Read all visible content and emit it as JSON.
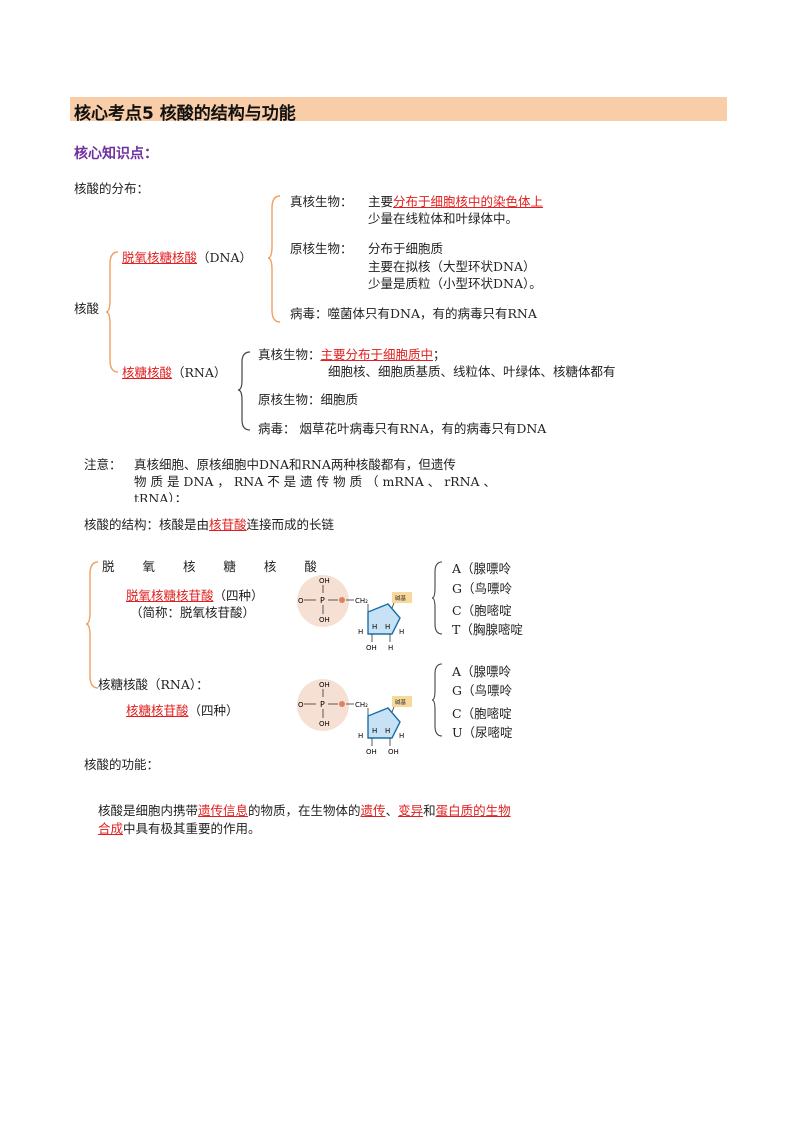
{
  "header": {
    "title": "核心考点5 核酸的结构与功能",
    "subtitle": "核心知识点："
  },
  "distribution": {
    "heading": "核酸的分布：",
    "root": "核酸",
    "dna": {
      "name": "脱氧核糖核酸",
      "abbr": "（DNA）",
      "eukaryote_label": "真核生物：",
      "eukaryote_prefix": "主要",
      "eukaryote_highlight": "分布于细胞核中的染色体上",
      "eukaryote_line2": "少量在线粒体和叶绿体中。",
      "prokaryote_label": "原核生物：",
      "prokaryote_line1": "分布于细胞质",
      "prokaryote_line2": "主要在拟核（大型环状DNA）",
      "prokaryote_line3": "少量是质粒（小型环状DNA）。",
      "virus": "病毒：噬菌体只有DNA，有的病毒只有RNA"
    },
    "rna": {
      "name": "核糖核酸",
      "abbr": "（RNA）",
      "eukaryote_label": "真核生物：",
      "eukaryote_highlight": "主要分布于细胞质中",
      "eukaryote_suffix": "；",
      "eukaryote_line2": "细胞核、细胞质基质、线粒体、叶绿体、核糖体都有",
      "prokaryote": "原核生物：细胞质",
      "virus": "病毒：  烟草花叶病毒只有RNA，有的病毒只有DNA"
    }
  },
  "note": {
    "label": "注意：",
    "line1": "真核细胞、原核细胞中DNA和RNA两种核酸都有，但遗传",
    "line2": "物 质 是 DNA ， RNA 不 是 遗 传 物 质 （ mRNA 、 rRNA 、",
    "line3": "tRNA）；"
  },
  "structure": {
    "heading_prefix": "核酸的结构：核酸是由",
    "heading_highlight": "核苷酸",
    "heading_suffix": "连接而成的长链",
    "dna_title": "脱 氧 核 糖 核 酸",
    "dna_unit_highlight": "脱氧核糖核苷酸",
    "dna_unit_suffix": "（四种）",
    "dna_unit_short": "（简称：脱氧核苷酸）",
    "dna_bases": [
      "A（腺嘌呤",
      "G（鸟嘌呤",
      "C（胞嘧啶",
      "T（胸腺嘧啶"
    ],
    "rna_title": "核糖核酸（RNA）：",
    "rna_unit_highlight": "核糖核苷酸",
    "rna_unit_suffix": "（四种）",
    "rna_bases": [
      "A（腺嘌呤",
      "G（鸟嘌呤",
      "C（胞嘧啶",
      "U（尿嘧啶"
    ],
    "mol": {
      "oh": "OH",
      "p": "P",
      "o": "O",
      "ch2": "CH₂",
      "h": "H",
      "dna_base_label": "碱基",
      "rna_base_label": "碱基"
    }
  },
  "function": {
    "heading": "核酸的功能：",
    "p1": "核酸是细胞内携带",
    "h1": "遗传信息",
    "p2": "的物质，在生物体的",
    "h2": "遗传",
    "p3": "、",
    "h3": "变异",
    "p4": "和",
    "h4": "蛋白质的生物",
    "h5": "合成",
    "p5": "中具有极其重要的作用。"
  },
  "colors": {
    "title_bar": "#f9cda8",
    "accent_red": "#e02020",
    "subtitle_purple": "#7030a0",
    "brace": "#f0a060"
  }
}
